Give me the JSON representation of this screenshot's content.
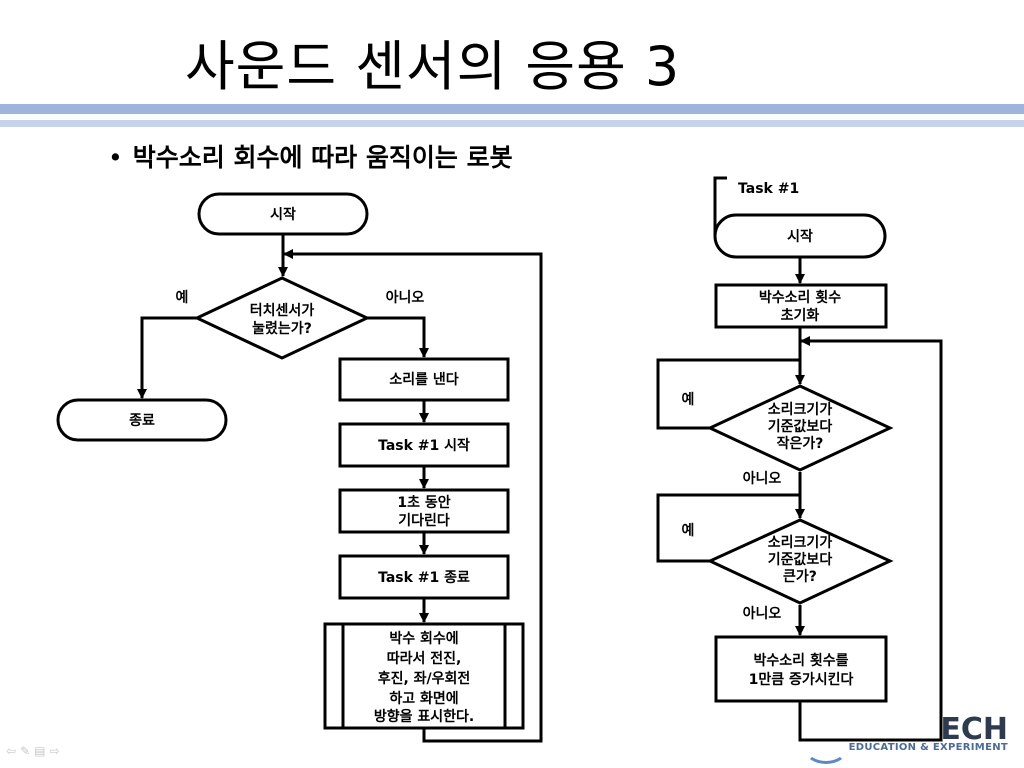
{
  "slide": {
    "title": "사운드 센서의 응용 3",
    "bullet": "박수소리 회수에 따라 움직이는 로봇"
  },
  "left_flow": {
    "start": "시작",
    "decision": [
      "터치센서가",
      "눌렸는가?"
    ],
    "yes": "예",
    "no": "아니오",
    "end": "종료",
    "steps": {
      "sound": "소리를 낸다",
      "task_start": "Task #1 시작",
      "wait": [
        "1초 동안",
        "기다린다"
      ],
      "task_end": "Task #1 종료",
      "move": [
        "박수 회수에",
        "따라서 전진,",
        "후진, 좌/우회전",
        "하고 화면에",
        "방향을 표시한다."
      ]
    }
  },
  "right_flow": {
    "task_label": "Task #1",
    "start": "시작",
    "init": [
      "박수소리 횟수",
      "초기화"
    ],
    "decision1": [
      "소리크기가",
      "기준값보다",
      "작은가?"
    ],
    "decision2": [
      "소리크기가",
      "기준값보다",
      "큰가?"
    ],
    "yes1": "예",
    "no1": "아니오",
    "yes2": "예",
    "no2": "아니오",
    "increment": [
      "박수소리 횟수를",
      "1만큼 증가시킨다"
    ]
  },
  "logo": {
    "big": "ECH",
    "small": "EDUCATION & EXPERIMENT"
  },
  "nav_icons": [
    "left-arrow-icon",
    "pen-icon",
    "menu-icon",
    "right-arrow-icon"
  ]
}
